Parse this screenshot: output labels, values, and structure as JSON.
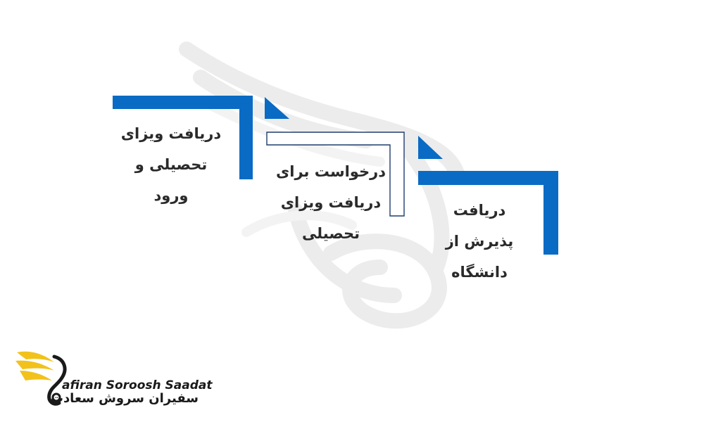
{
  "diagram": {
    "accent_color": "#0a6bc4",
    "outline_color": "#1f3d6e",
    "steps": [
      {
        "text": "دریافت ویزای\nتحصیلی و\nورود",
        "style": "filled"
      },
      {
        "text": "درخواست برای\nدریافت ویزای\nتحصیلی",
        "style": "outline"
      },
      {
        "text": "دریافت\nپذیرش از\nدانشگاه",
        "style": "filled"
      }
    ]
  },
  "logo": {
    "name_en": "afiran Soroosh Saadat",
    "name_fa": "سفیران سروش سعادت",
    "icon": "winged-swirl-icon",
    "wing_color": "#f2c21b"
  }
}
